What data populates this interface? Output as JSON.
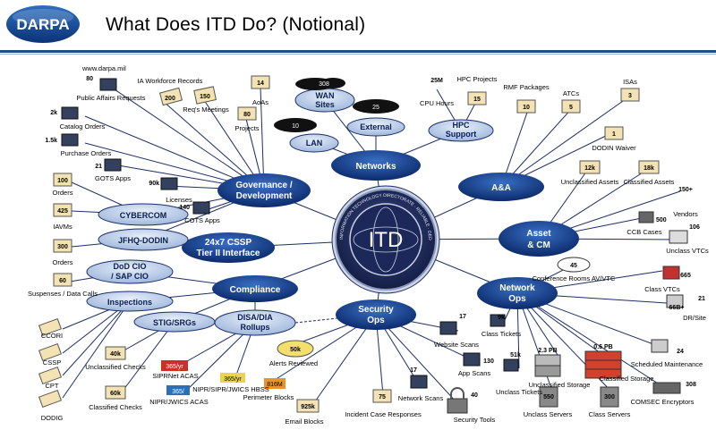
{
  "header": {
    "logo_text": "DARPA",
    "title": "What Does ITD Do?  (Notional)"
  },
  "center": {
    "label": "ITD",
    "ring_text": "INFORMATION TECHNOLOGY DIRECTORATE · RELIABLE · DEDICATED · RESPONSIVE"
  },
  "hubs": {
    "networks": "Networks",
    "gov_dev_1": "Governance /",
    "gov_dev_2": "Development",
    "aa": "A&A",
    "cssp_1": "24x7 CSSP",
    "cssp_2": "Tier II Interface",
    "asset_1": "Asset",
    "asset_2": "& CM",
    "compliance": "Compliance",
    "netops_1": "Network",
    "netops_2": "Ops",
    "secops_1": "Security",
    "secops_2": "Ops",
    "disa_1": "DISA/DIA",
    "disa_2": "Rollups"
  },
  "sub": {
    "wan_1": "WAN",
    "wan_2": "Sites",
    "external": "External",
    "lan": "LAN",
    "hpc_1": "HPC",
    "hpc_2": "Support",
    "cybercom": "CYBERCOM",
    "jfhq": "JFHQ-DODIN",
    "dodcio_1": "DoD CIO",
    "dodcio_2": "/ SAP CIO",
    "inspections": "Inspections",
    "stig": "STIG/SRGs"
  },
  "badges": {
    "wan": "308",
    "external": "25",
    "lan": "10",
    "cpu": "25M",
    "hpc": "15",
    "rmf": "10",
    "atc": "5",
    "isa": "3",
    "dodin": "1",
    "unclass_assets": "12k",
    "class_assets": "18k",
    "ia_wf": "200",
    "req": "150",
    "aoas": "14",
    "projects": "80",
    "pa": "80",
    "catalog": "2k",
    "purchase": "1.5k",
    "gots": "21",
    "licenses": "90k",
    "cots": "140",
    "orders": "100",
    "iavms": "425",
    "orders2": "300",
    "suspenses": "60",
    "unclass_checks": "40k",
    "class_checks": "60k",
    "vendors": "150+",
    "ccb": "500",
    "vtc_unclass": "106",
    "conf": "45",
    "vtc_class": "665",
    "dr": "21",
    "dr_vol": "66B+",
    "sched": "24",
    "comsec": "308",
    "class_tickets": "9k",
    "unclass_tickets": "51k",
    "unclass_storage": "2.3 PB",
    "class_storage": "0.6 PB",
    "unclass_servers": "550",
    "class_servers": "300",
    "website": "17",
    "appscan": "130",
    "netscan": "17",
    "sectools": "40",
    "incident": "75",
    "email": "925k",
    "perimeter": "816M",
    "alerts": "50k",
    "siprnet": "365/yr",
    "nipr_hbss": "365/yr",
    "nipr_acas": "365/"
  },
  "labels": {
    "www": "www.darpa.mil",
    "pa": "Public Affairs Requests",
    "ia_wf": "IA Workforce Records",
    "req": "Req's Meetings",
    "aoas": "AoAs",
    "projects": "Projects",
    "catalog": "Catalog Orders",
    "purchase": "Purchase Orders",
    "gots": "GOTS Apps",
    "licenses": "Licenses",
    "cots": "COTS Apps",
    "orders": "Orders",
    "iavms": "IAVMs",
    "orders2": "Orders",
    "suspenses": "Suspenses / Data Calls",
    "ccori": "CCORI",
    "cssp": "CSSP",
    "cpt": "CPT",
    "dodig": "DODIG",
    "unclass_checks": "Unclassified Checks",
    "class_checks": "Classified Checks",
    "cpu": "CPU Hours",
    "hpc": "HPC Projects",
    "rmf": "RMF Packages",
    "atc": "ATCs",
    "isa": "ISAs",
    "dodin": "DODIN Waiver",
    "unclass_assets": "Unclassified Assets",
    "class_assets": "Classified Assets",
    "vendors": "Vendors",
    "ccb": "CCB Cases",
    "vtc_unclass": "Unclass VTCs",
    "conf": "Conference Rooms AV/VTC",
    "vtc_class": "Class VTCs",
    "dr": "DR/Site",
    "sched": "Scheduled Maintenance",
    "comsec": "COMSEC Encryptors",
    "class_tickets": "Class Tickets",
    "unclass_tickets": "Unclass Tickets",
    "unclass_storage": "Unclassified Storage",
    "class_storage": "Classified Storage",
    "unclass_servers": "Unclass Servers",
    "class_servers": "Class Servers",
    "website": "Website Scans",
    "appscan": "App Scans",
    "netscan": "Network Scans",
    "sectools": "Security Tools",
    "incident": "Incident Case Responses",
    "email": "Email Blocks",
    "perimeter": "Perimeter Blocks",
    "alerts": "Alerts Reviewed",
    "siprnet": "SIPRNet ACAS",
    "nipr_hbss": "NIPR/SIPR/JWICS HBSS",
    "nipr_acas": "NIPR/JWICS ACAS"
  }
}
